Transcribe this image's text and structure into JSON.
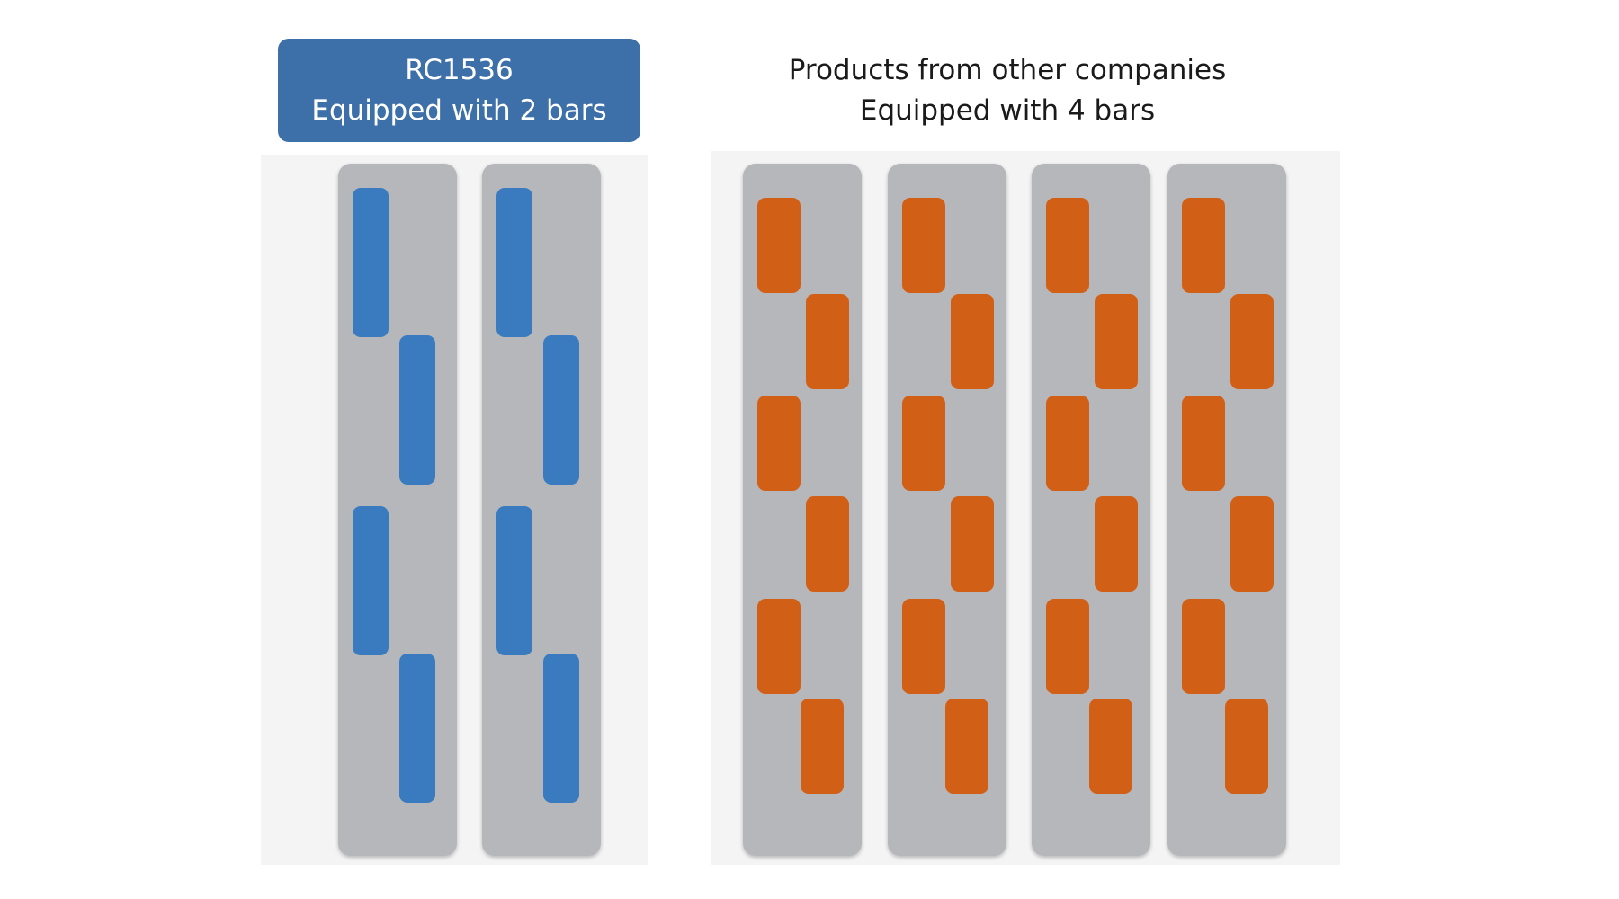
{
  "colors": {
    "highlight_box": "#3d6fa8",
    "bar_gray": "#b6b7ba",
    "blue_slot": "#3a7bbf",
    "orange_slot": "#d25f16"
  },
  "left_group": {
    "label_line1": "RC1536",
    "label_line2": "Equipped with 2 bars",
    "bar_count": 2,
    "slot_pattern": "staggered-4"
  },
  "right_group": {
    "label_line1": "Products from other companies",
    "label_line2": "Equipped with 4 bars",
    "bar_count": 4,
    "slot_pattern": "staggered-6"
  }
}
